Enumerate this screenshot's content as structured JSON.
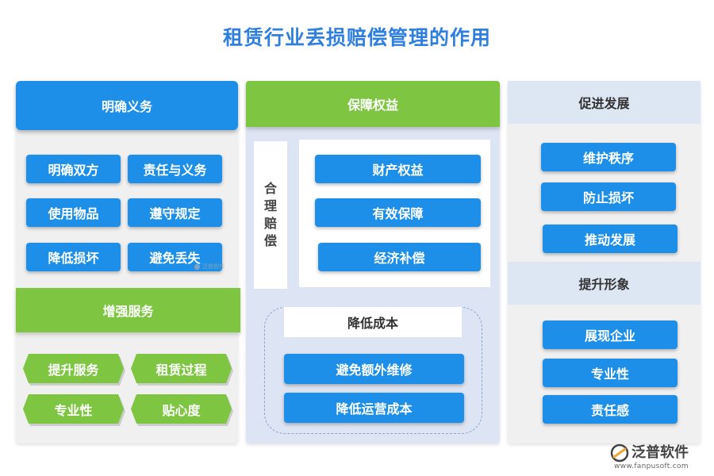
{
  "title": "租赁行业丢损赔偿管理的作用",
  "col1": {
    "header": "明确义务",
    "buttons": [
      "明确双方",
      "责任与义务",
      "使用物品",
      "遵守规定",
      "降低损坏",
      "避免丢失"
    ],
    "section2_header": "增强服务",
    "section2_buttons": [
      "提升服务",
      "租赁过程",
      "专业性",
      "贴心度"
    ]
  },
  "col2": {
    "header": "保障权益",
    "vertical_label": [
      "合",
      "理",
      "赔",
      "偿"
    ],
    "buttons": [
      "财产权益",
      "有效保障",
      "经济补偿"
    ],
    "section2_header": "降低成本",
    "section2_buttons": [
      "避免额外维修",
      "降低运营成本"
    ]
  },
  "col3": {
    "header": "促进发展",
    "buttons": [
      "维护秩序",
      "防止损坏",
      "推动发展"
    ],
    "section2_header": "提升形象",
    "section2_buttons": [
      "展现企业",
      "专业性",
      "责任感"
    ]
  },
  "watermark": {
    "small_text": "泛普软件"
  },
  "logo": {
    "name": "泛普软件",
    "url": "www.fanpusoft.com",
    "icon": "fanpu-logo-icon"
  }
}
